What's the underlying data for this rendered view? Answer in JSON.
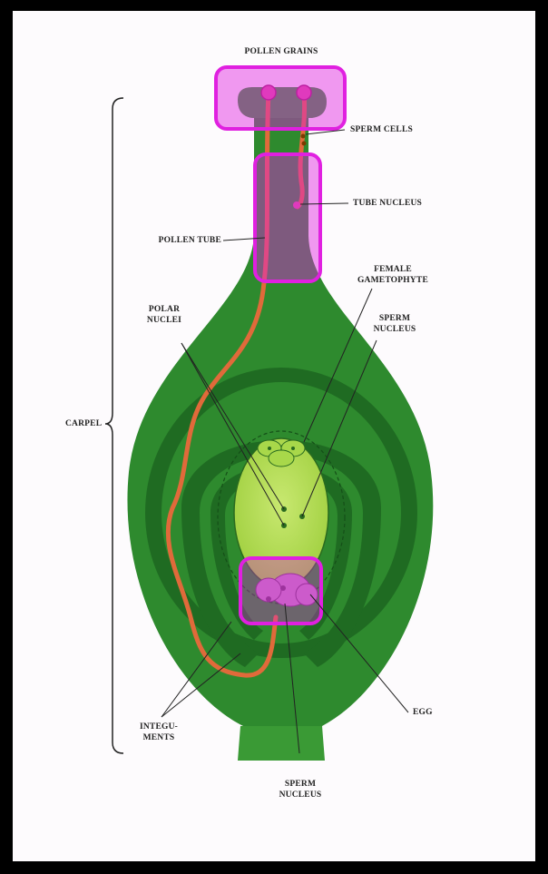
{
  "labels": {
    "pollen_grains": "POLLEN GRAINS",
    "sperm_cells": "SPERM CELLS",
    "tube_nucleus": "TUBE NUCLEUS",
    "pollen_tube": "POLLEN TUBE",
    "female_gametophyte_1": "FEMALE",
    "female_gametophyte_2": "GAMETOPHYTE",
    "polar_nuclei_1": "POLAR",
    "polar_nuclei_2": "NUCLEI",
    "sperm_nucleus_upper_1": "SPERM",
    "sperm_nucleus_upper_2": "NUCLEUS",
    "carpel": "CARPEL",
    "egg": "EGG",
    "integuments_1": "INTEGU-",
    "integuments_2": "MENTS",
    "sperm_nucleus_lower_1": "SPERM",
    "sperm_nucleus_lower_2": "NUCLEUS"
  },
  "colors": {
    "frame": "#000000",
    "background": "#fdfbfd",
    "carpel_green": "#2e8a2e",
    "dark_green": "#1f6b22",
    "light_green": "#bde15c",
    "pollen_tube": "#e06a3a",
    "highlight": "#e020e0"
  }
}
